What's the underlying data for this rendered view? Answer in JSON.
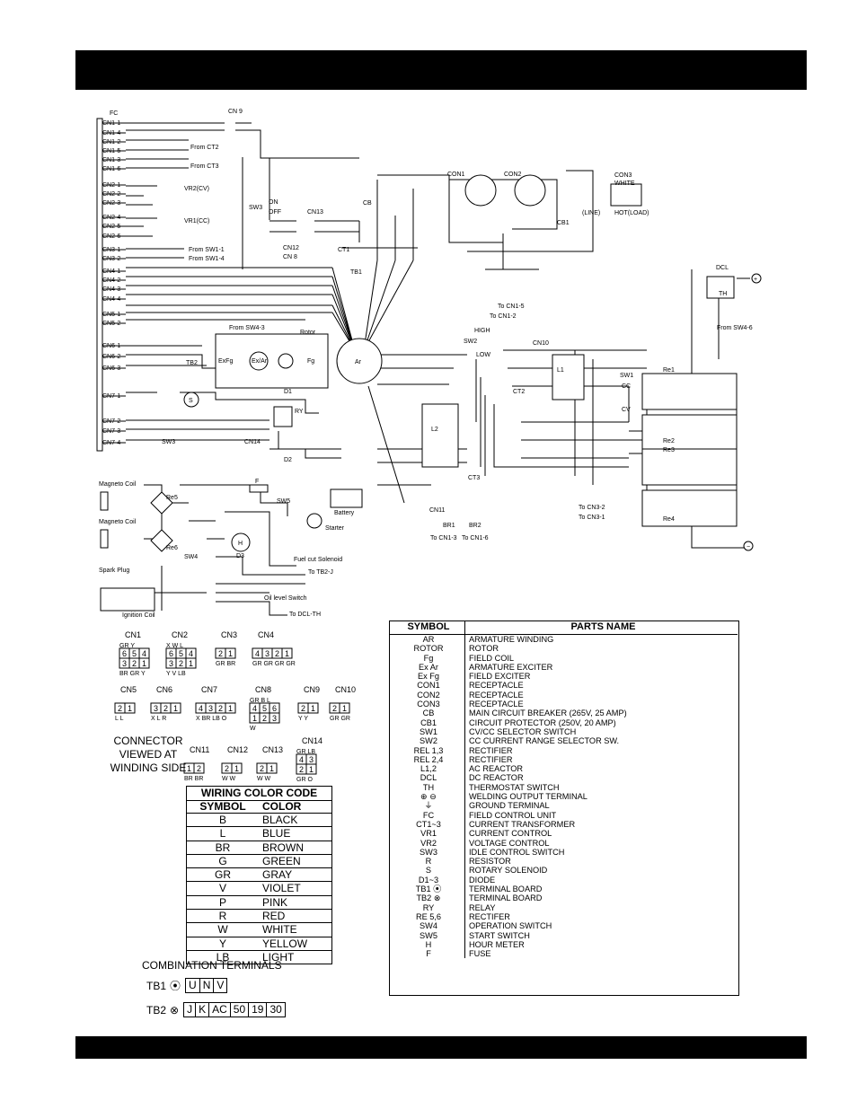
{
  "parts_table": {
    "header_symbol": "SYMBOL",
    "header_name": "PARTS NAME",
    "rows": [
      {
        "symbol": "AR",
        "name": "ARMATURE WINDING"
      },
      {
        "symbol": "ROTOR",
        "name": "ROTOR"
      },
      {
        "symbol": "Fg",
        "name": "FIELD COIL"
      },
      {
        "symbol": "Ex Ar",
        "name": "ARMATURE EXCITER"
      },
      {
        "symbol": "Ex Fg",
        "name": "FIELD EXCITER"
      },
      {
        "symbol": "CON1",
        "name": "RECEPTACLE"
      },
      {
        "symbol": "CON2",
        "name": "RECEPTACLE"
      },
      {
        "symbol": "CON3",
        "name": "RECEPTACLE"
      },
      {
        "symbol": "CB",
        "name": "MAIN CIRCUIT BREAKER (265V, 25 AMP)"
      },
      {
        "symbol": "CB1",
        "name": "CIRCUIT PROTECTOR (250V, 20 AMP)"
      },
      {
        "symbol": "SW1",
        "name": "CV/CC SELECTOR SWITCH"
      },
      {
        "symbol": "SW2",
        "name": "CC CURRENT RANGE SELECTOR SW."
      },
      {
        "symbol": "REL 1,3",
        "name": "RECTIFIER"
      },
      {
        "symbol": "REL 2,4",
        "name": "RECTIFIER"
      },
      {
        "symbol": "L1,2",
        "name": "AC REACTOR"
      },
      {
        "symbol": "DCL",
        "name": "DC REACTOR"
      },
      {
        "symbol": "TH",
        "name": "THERMOSTAT SWITCH"
      },
      {
        "symbol": "⊕ ⊖",
        "name": "WELDING OUTPUT TERMINAL"
      },
      {
        "symbol": "⏚",
        "name": "GROUND TERMINAL"
      },
      {
        "symbol": "FC",
        "name": "FIELD CONTROL UNIT"
      },
      {
        "symbol": "CT1~3",
        "name": "CURRENT TRANSFORMER"
      },
      {
        "symbol": "VR1",
        "name": "CURRENT CONTROL"
      },
      {
        "symbol": "VR2",
        "name": "VOLTAGE CONTROL"
      },
      {
        "symbol": "SW3",
        "name": "IDLE CONTROL SWITCH"
      },
      {
        "symbol": "R",
        "name": "RESISTOR"
      },
      {
        "symbol": "S",
        "name": "ROTARY SOLENOID"
      },
      {
        "symbol": "D1~3",
        "name": "DIODE"
      },
      {
        "symbol": "TB1 ⦿",
        "name": "TERMINAL BOARD"
      },
      {
        "symbol": "TB2 ⊗",
        "name": "TERMINAL BOARD"
      },
      {
        "symbol": "RY",
        "name": "RELAY"
      },
      {
        "symbol": "RE 5,6",
        "name": "RECTIFER"
      },
      {
        "symbol": "SW4",
        "name": "OPERATION SWITCH"
      },
      {
        "symbol": "SW5",
        "name": "START SWITCH"
      },
      {
        "symbol": "H",
        "name": "HOUR METER"
      },
      {
        "symbol": "F",
        "name": "FUSE"
      }
    ]
  },
  "color_code": {
    "title": "WIRING COLOR CODE",
    "col_symbol": "SYMBOL",
    "col_color": "COLOR",
    "rows": [
      {
        "symbol": "B",
        "color": "BLACK"
      },
      {
        "symbol": "L",
        "color": "BLUE"
      },
      {
        "symbol": "BR",
        "color": "BROWN"
      },
      {
        "symbol": "G",
        "color": "GREEN"
      },
      {
        "symbol": "GR",
        "color": "GRAY"
      },
      {
        "symbol": "V",
        "color": "VIOLET"
      },
      {
        "symbol": "P",
        "color": "PINK"
      },
      {
        "symbol": "R",
        "color": "RED"
      },
      {
        "symbol": "W",
        "color": "WHITE"
      },
      {
        "symbol": "Y",
        "color": "YELLOW"
      },
      {
        "symbol": "LB",
        "color": "LIGHT"
      }
    ]
  },
  "connector_note": "CONNECTOR VIEWED AT WINDING SIDE",
  "combination": {
    "title": "COMBINATION TERMINALS",
    "tb1_label": "TB1",
    "tb1_cells": [
      "U",
      "N",
      "V"
    ],
    "tb2_label": "TB2",
    "tb2_cells": [
      "J",
      "K",
      "AC",
      "50",
      "19",
      "30"
    ]
  },
  "connectors": [
    {
      "name": "CN1",
      "top": [
        "GR",
        "Y"
      ],
      "pins": [
        "6",
        "5",
        "4",
        "3",
        "2",
        "1"
      ],
      "bottom": [
        "BR",
        "GR",
        "Y"
      ]
    },
    {
      "name": "CN2",
      "top": [
        "X",
        "W",
        "L"
      ],
      "pins": [
        "6",
        "5",
        "4",
        "3",
        "2",
        "1"
      ],
      "bottom": [
        "Y",
        "V",
        "LB"
      ]
    },
    {
      "name": "CN3",
      "pins": [
        "2",
        "1"
      ],
      "bottom": [
        "GR",
        "BR"
      ]
    },
    {
      "name": "CN4",
      "pins": [
        "4",
        "3",
        "2",
        "1"
      ],
      "bottom": [
        "GR",
        "GR",
        "GR",
        "GR"
      ]
    },
    {
      "name": "CN5",
      "pins": [
        "2",
        "1"
      ],
      "bottom": [
        "L",
        "L"
      ]
    },
    {
      "name": "CN6",
      "pins": [
        "3",
        "2",
        "1"
      ],
      "bottom": [
        "X",
        "L",
        "R"
      ]
    },
    {
      "name": "CN7",
      "pins": [
        "4",
        "3",
        "2",
        "1"
      ],
      "bottom": [
        "X",
        "BR",
        "LB",
        "O"
      ]
    },
    {
      "name": "CN8",
      "top": [
        "GR",
        "B",
        "L"
      ],
      "pins": [
        "4",
        "5",
        "6",
        "1",
        "2",
        "3"
      ],
      "bottom": [
        "W"
      ]
    },
    {
      "name": "CN9",
      "pins": [
        "2",
        "1"
      ],
      "bottom": [
        "Y",
        "Y"
      ]
    },
    {
      "name": "CN10",
      "pins": [
        "2",
        "1"
      ],
      "bottom": [
        "GR",
        "GR"
      ]
    },
    {
      "name": "CN11",
      "pins": [
        "1",
        "2"
      ],
      "bottom": [
        "BR",
        "BR"
      ]
    },
    {
      "name": "CN12",
      "pins": [
        "2",
        "1"
      ],
      "bottom": [
        "W",
        "W"
      ]
    },
    {
      "name": "CN13",
      "pins": [
        "2",
        "1"
      ],
      "bottom": [
        "W",
        "W"
      ]
    },
    {
      "name": "CN14",
      "top": [
        "GR",
        "LB"
      ],
      "pins": [
        "4",
        "3",
        "2",
        "1"
      ],
      "bottom": [
        "GR",
        "O"
      ]
    }
  ],
  "schematic": {
    "fc_label": "FC",
    "fc_pins": [
      "CN1-1",
      "CN1-4",
      "CN1-2",
      "CN1-5",
      "CN1-3",
      "CN1-6",
      "CN2-1",
      "CN2-2",
      "CN2-3",
      "CN2-4",
      "CN2-5",
      "CN2-6",
      "CN3-1",
      "CN3-2",
      "CN4-1",
      "CN4-2",
      "CN4-3",
      "CN4-4",
      "CN5-1",
      "CN5-2",
      "CN6-1",
      "CN6-2",
      "CN6-3",
      "CN7-1",
      "CN7-2",
      "CN7-3",
      "CN7-4"
    ],
    "labels": {
      "from_ct2": "From CT2",
      "from_ct3": "From CT3",
      "vr2": "VR2(CV)",
      "vr1": "VR1(CC)",
      "from_sw1_1": "From SW1-1",
      "from_sw1_4": "From SW1-4",
      "from_sw4_3": "From SW4-3",
      "rotor": "Rotor",
      "ar": "Ar",
      "exar": "Ex/Ar",
      "fg": "Fg",
      "exfg": "ExFg",
      "tb1": "TB1",
      "tb2": "TB2",
      "ct1": "CT1",
      "ct2": "CT2",
      "ct3": "CT3",
      "cn9": "CN 9",
      "cn13": "CN13",
      "cn12": "CN12",
      "cn8": "CN 8",
      "cn14": "CN14",
      "cn10": "CN10",
      "cn11": "CN11",
      "sw3": "SW3",
      "on": "ON",
      "off": "OFF",
      "con1": "CON1",
      "con2": "CON2",
      "con3": "CON3",
      "white": "WHITE",
      "line": "(LINE)",
      "hotload": "HOT(LOAD)",
      "cb": "CB",
      "cb1": "CB1",
      "dcl": "DCL",
      "th": "TH",
      "from_sw4_6": "From SW4-6",
      "sw1": "SW1",
      "cc": "CC",
      "cv": "CV",
      "sw2": "SW2",
      "high": "HIGH",
      "low": "LOW",
      "to_cn1_5": "To CN1-5",
      "to_cn1_2": "To CN1-2",
      "re1": "Re1",
      "re2": "Re2",
      "re3": "Re3",
      "re4": "Re4",
      "l1": "L1",
      "l2": "L2",
      "to_cn3_2": "To CN3-2",
      "to_cn3_1": "To CN3-1",
      "br1": "BR1",
      "br2": "BR2",
      "to_cn1_3": "To CN1-3",
      "to_cn1_6": "To CN1-6",
      "magneto1": "Magneto Coil",
      "magneto2": "Magneto Coil",
      "spark": "Spark Plug",
      "ignition": "Ignition Coil",
      "re5": "Re5",
      "re6": "Re6",
      "sw4": "SW4",
      "sw5": "SW5",
      "battery": "Battery",
      "starter": "Starter",
      "fuel": "Fuel cut Solenoid",
      "to_tb2j": "To TB2-J",
      "oil": "Oil level Switch",
      "to_dclth": "To DCL-TH",
      "ry": "RY",
      "d1": "D1",
      "d2": "D2",
      "d3": "D3",
      "sw3b": "SW3",
      "f": "F",
      "h": "H"
    }
  },
  "colors": {
    "ink": "#000000",
    "paper": "#ffffff"
  }
}
